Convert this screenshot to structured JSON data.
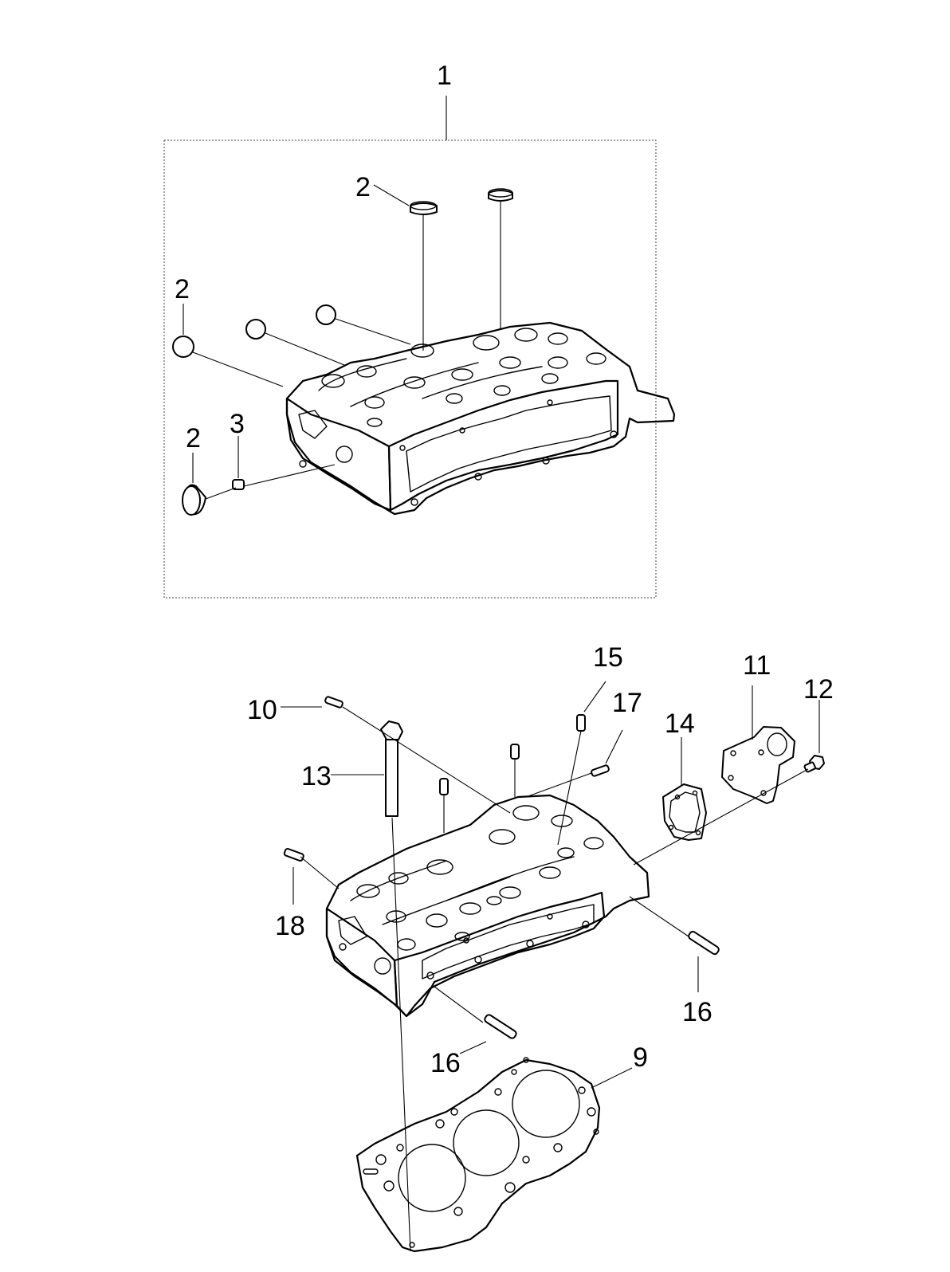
{
  "callouts": {
    "c1": "1",
    "c2a": "2",
    "c2b": "2",
    "c2c": "2",
    "c3": "3",
    "c9": "9",
    "c10": "10",
    "c11": "11",
    "c12": "12",
    "c13": "13",
    "c14": "14",
    "c15": "15",
    "c16a": "16",
    "c16b": "16",
    "c17": "17",
    "c18": "18"
  }
}
